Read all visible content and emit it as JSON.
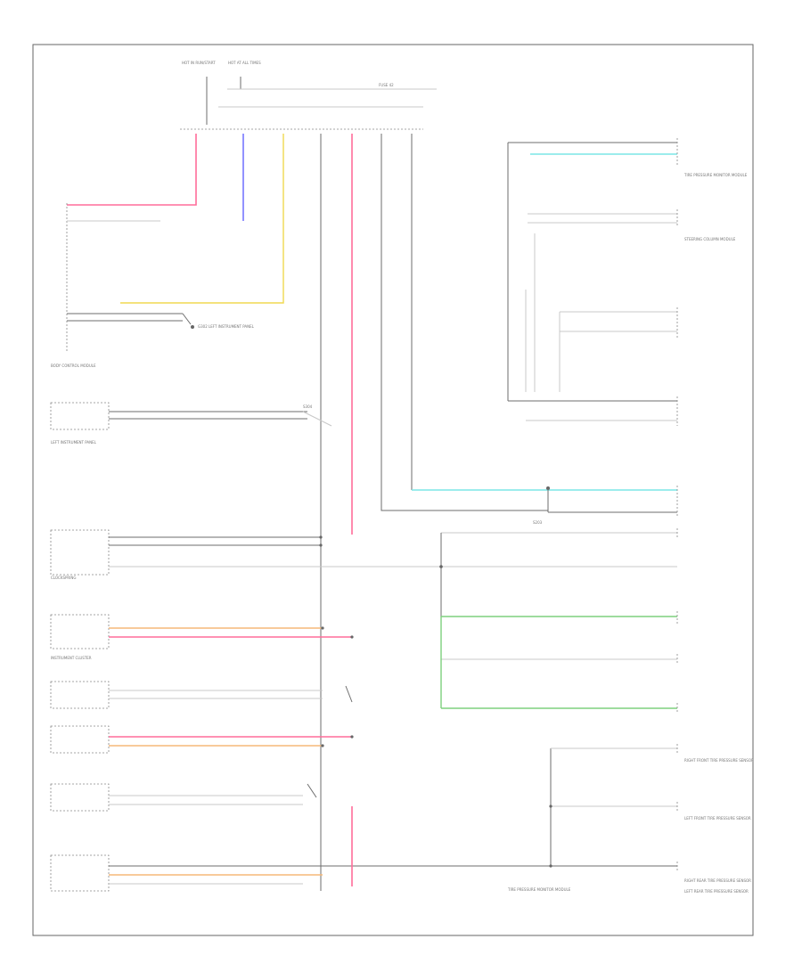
{
  "diagram": {
    "footer_code": "",
    "modules": [
      {
        "id": "body-control-module",
        "label": "BODY CONTROL MODULE"
      },
      {
        "id": "left-instrument-panel",
        "label": "LEFT INSTRUMENT PANEL"
      },
      {
        "id": "clockspring",
        "label": "CLOCKSPRING"
      },
      {
        "id": "instrument-cluster",
        "label": "INSTRUMENT CLUSTER"
      },
      {
        "id": "right-front-tire-pressure-sensor",
        "label": "RIGHT FRONT TIRE PRESSURE SENSOR"
      },
      {
        "id": "left-front-tire-pressure-sensor",
        "label": "LEFT FRONT TIRE PRESSURE SENSOR"
      },
      {
        "id": "right-rear-tire-pressure-sensor",
        "label": "RIGHT REAR TIRE PRESSURE SENSOR"
      },
      {
        "id": "left-rear-tire-pressure-sensor",
        "label": "LEFT REAR TIRE PRESSURE SENSOR"
      },
      {
        "id": "tire-pressure-monitor-module",
        "label": "TIRE PRESSURE MONITOR MODULE"
      },
      {
        "id": "steering-column-module",
        "label": "STEERING COLUMN MODULE"
      }
    ],
    "labels": {
      "top_left_a": "HOT IN RUN/START",
      "top_left_b": "HOT AT ALL TIMES",
      "top_right": "FUSE 42",
      "ground_left": "G302 LEFT INSTRUMENT PANEL",
      "splice_mid": "S304",
      "splice_right": "S203",
      "lower_right_module": "TIRE PRESSURE MONITOR MODULE"
    }
  }
}
